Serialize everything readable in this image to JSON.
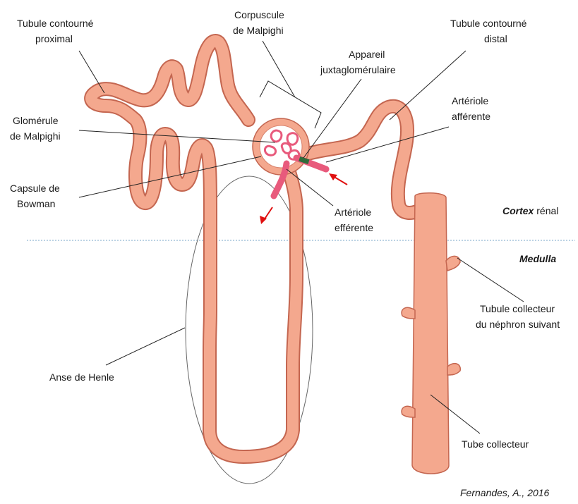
{
  "colors": {
    "tubule_fill": "#f4a88e",
    "tubule_edge": "#c46650",
    "glomerulus": "#e85a7c",
    "arrow": "#e01010",
    "boundary": "#7aa7c8",
    "juxta": "#2f6b3a"
  },
  "labels": {
    "pct_1": "Tubule contourné",
    "pct_2": "proximal",
    "corpuscule_1": "Corpuscule",
    "corpuscule_2": "de Malpighi",
    "appareil_1": "Appareil",
    "appareil_2": "juxtaglomérulaire",
    "tcd_1": "Tubule contourné",
    "tcd_2": "distal",
    "glomerule_1": "Glomérule",
    "glomerule_2": "de Malpighi",
    "arteriole_aff_1": "Artériole",
    "arteriole_aff_2": "afférente",
    "capsule_1": "Capsule de",
    "capsule_2": "Bowman",
    "arteriole_eff_1": "Artériole",
    "arteriole_eff_2": "efférente",
    "cortex_bold": "Cortex",
    "cortex_rest": " rénal",
    "medulla": "Medulla",
    "collecteur_suivant_1": "Tubule collecteur",
    "collecteur_suivant_2": "du néphron suivant",
    "anse": "Anse de Henle",
    "tube_collecteur": "Tube collecteur",
    "credit": "Fernandes, A., 2016"
  }
}
